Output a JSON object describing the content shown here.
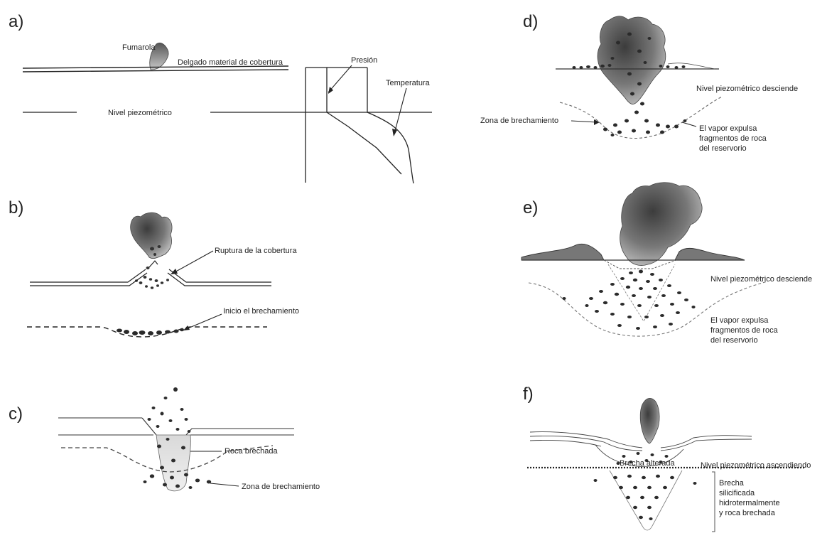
{
  "panels": {
    "a": {
      "letter": "a)",
      "fumarola": "Fumarola",
      "cover": "Delgado material de cobertura",
      "presion": "Presión",
      "temperatura": "Temperatura",
      "nivel": "Nivel piezométrico"
    },
    "b": {
      "letter": "b)",
      "ruptura": "Ruptura de la cobertura",
      "inicio": "Inicio el brechamiento"
    },
    "c": {
      "letter": "c)",
      "roca": "Roca brechada",
      "zona": "Zona de brechamiento"
    },
    "d": {
      "letter": "d)",
      "nivel": "Nivel piezométrico desciende",
      "zona": "Zona de brechamiento",
      "vapor_1": "El vapor expulsa",
      "vapor_2": "fragmentos de roca",
      "vapor_3": "del reservorio"
    },
    "e": {
      "letter": "e)",
      "nivel": "Nivel piezométrico desciende",
      "vapor_1": "El vapor expulsa",
      "vapor_2": "fragmentos de roca",
      "vapor_3": "del reservorio"
    },
    "f": {
      "letter": "f)",
      "brecha_alterada": "Brecha alterada",
      "nivel": "Nivel piezométrico ascendiendo",
      "sil_1": "Brecha",
      "sil_2": "silicificada",
      "sil_3": "hidrotermalmente",
      "sil_4": "y roca brechada"
    }
  }
}
